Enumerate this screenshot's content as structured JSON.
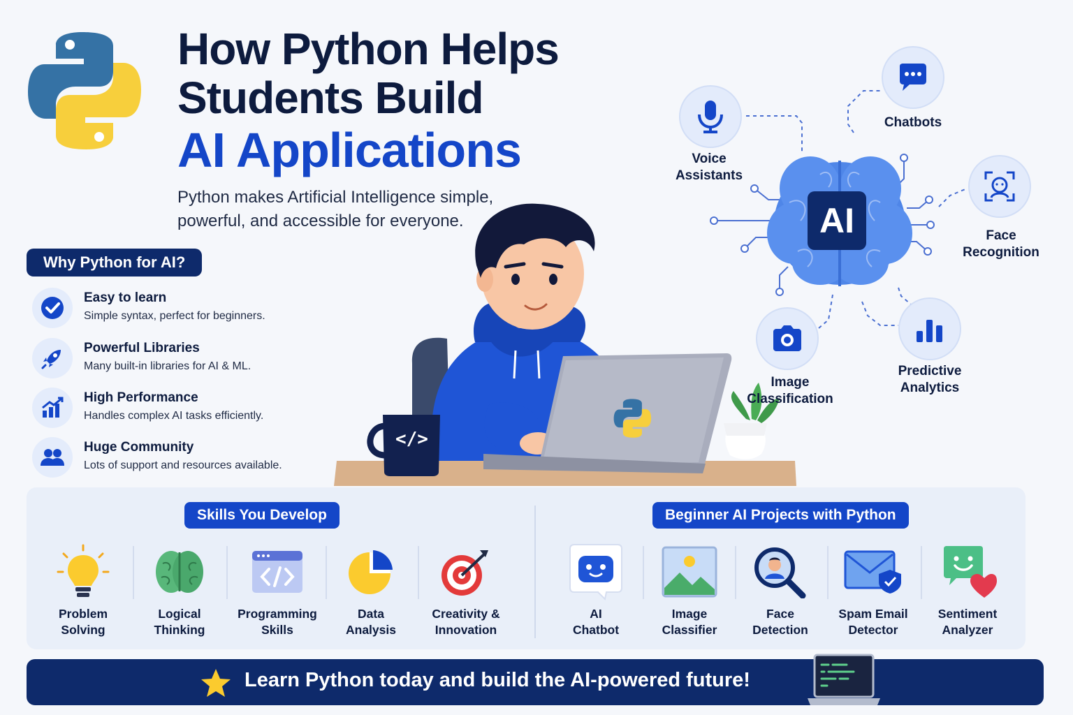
{
  "header": {
    "title_line1": "How Python Helps",
    "title_line2": "Students Build",
    "title_line3": "AI Applications",
    "subtitle": "Python makes Artificial Intelligence simple, powerful, and accessible for everyone."
  },
  "why": {
    "heading": "Why Python for AI?",
    "items": [
      {
        "title": "Easy to learn",
        "desc": "Simple syntax, perfect for beginners.",
        "icon": "check-icon"
      },
      {
        "title": "Powerful Libraries",
        "desc": "Many built-in libraries for AI & ML.",
        "icon": "rocket-icon"
      },
      {
        "title": "High Performance",
        "desc": "Handles complex AI tasks efficiently.",
        "icon": "growth-chart-icon"
      },
      {
        "title": "Huge Community",
        "desc": "Lots of support and resources available.",
        "icon": "people-icon"
      }
    ]
  },
  "illustration": {
    "mug_code": "</>"
  },
  "diagram": {
    "center": "AI",
    "nodes": [
      {
        "label": "Voice Assistants",
        "icon": "microphone-icon"
      },
      {
        "label": "Chatbots",
        "icon": "chat-bubble-icon"
      },
      {
        "label": "Face Recognition",
        "icon": "face-scan-icon"
      },
      {
        "label": "Predictive Analytics",
        "icon": "bar-chart-icon"
      },
      {
        "label": "Image Classification",
        "icon": "camera-icon"
      }
    ]
  },
  "skills": {
    "heading": "Skills You Develop",
    "items": [
      {
        "l1": "Problem",
        "l2": "Solving",
        "icon": "lightbulb-icon"
      },
      {
        "l1": "Logical",
        "l2": "Thinking",
        "icon": "brain-icon"
      },
      {
        "l1": "Programming",
        "l2": "Skills",
        "icon": "code-window-icon"
      },
      {
        "l1": "Data",
        "l2": "Analysis",
        "icon": "pie-chart-icon"
      },
      {
        "l1": "Creativity &",
        "l2": "Innovation",
        "icon": "target-icon"
      }
    ]
  },
  "projects": {
    "heading": "Beginner AI Projects with Python",
    "items": [
      {
        "l1": "AI",
        "l2": "Chatbot",
        "icon": "robot-chat-icon"
      },
      {
        "l1": "Image",
        "l2": "Classifier",
        "icon": "image-icon"
      },
      {
        "l1": "Face",
        "l2": "Detection",
        "icon": "face-magnifier-icon"
      },
      {
        "l1": "Spam Email",
        "l2": "Detector",
        "icon": "shield-email-icon"
      },
      {
        "l1": "Sentiment",
        "l2": "Analyzer",
        "icon": "smiley-heart-icon"
      }
    ]
  },
  "footer": {
    "cta": "Learn Python today and build the AI-powered future!"
  },
  "colors": {
    "navy": "#0e2a6b",
    "brand_blue": "#1446c8",
    "python_blue": "#3572a5",
    "python_yellow": "#f7cf3c"
  }
}
